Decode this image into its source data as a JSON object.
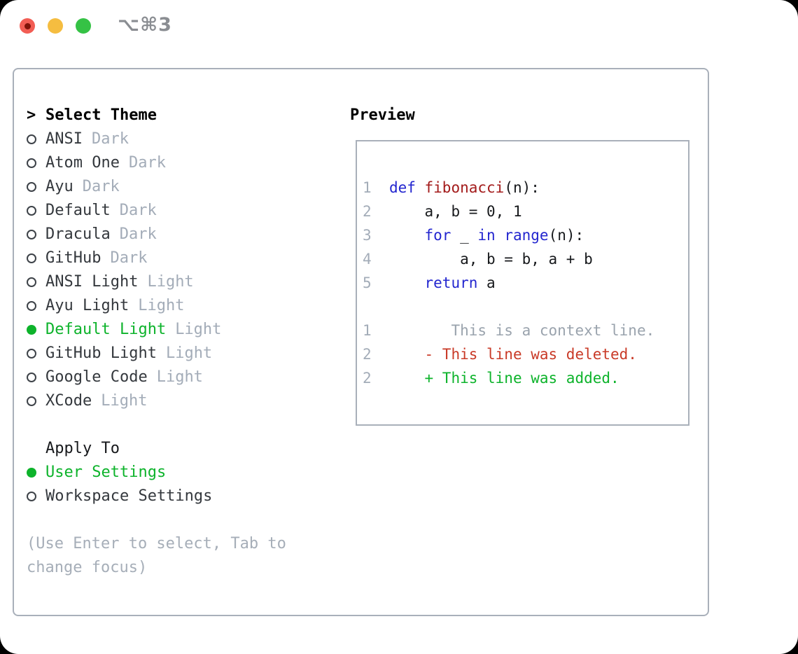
{
  "titlebar": {
    "shortcut_label": "⌥⌘3"
  },
  "colors": {
    "accent_green": "#0db32b",
    "muted_gray": "#a3acb8",
    "dark_text": "#34383d",
    "keyword_blue": "#2326cf",
    "function_red": "#a31b1b",
    "deleted_red": "#c93a27",
    "added_green": "#0db32b",
    "border_gray": "#a9b0ba",
    "traffic_red": "#f25d54",
    "traffic_yellow": "#f5bd40",
    "traffic_green": "#35c245"
  },
  "theme_selector": {
    "cursor": ">",
    "title": "Select Theme",
    "items": [
      {
        "label": "ANSI",
        "tag": "Dark",
        "selected": false
      },
      {
        "label": "Atom One",
        "tag": "Dark",
        "selected": false
      },
      {
        "label": "Ayu",
        "tag": "Dark",
        "selected": false
      },
      {
        "label": "Default",
        "tag": "Dark",
        "selected": false
      },
      {
        "label": "Dracula",
        "tag": "Dark",
        "selected": false
      },
      {
        "label": "GitHub",
        "tag": "Dark",
        "selected": false
      },
      {
        "label": "ANSI Light",
        "tag": "Light",
        "selected": false
      },
      {
        "label": "Ayu Light",
        "tag": "Light",
        "selected": false
      },
      {
        "label": "Default Light",
        "tag": "Light",
        "selected": true
      },
      {
        "label": "GitHub Light",
        "tag": "Light",
        "selected": false
      },
      {
        "label": "Google Code",
        "tag": "Light",
        "selected": false
      },
      {
        "label": "XCode",
        "tag": "Light",
        "selected": false
      }
    ]
  },
  "apply_to": {
    "title": "Apply To",
    "options": [
      {
        "label": "User Settings",
        "selected": true
      },
      {
        "label": "Workspace Settings",
        "selected": false
      }
    ]
  },
  "help_text": "(Use Enter to select, Tab to change focus)",
  "preview": {
    "title": "Preview",
    "code_lines": [
      {
        "segments": [
          {
            "t": "1  ",
            "c": "num"
          },
          {
            "t": "def ",
            "c": "kw"
          },
          {
            "t": "fibonacci",
            "c": "fn"
          },
          {
            "t": "(n):",
            "c": "plain"
          }
        ]
      },
      {
        "segments": [
          {
            "t": "2  ",
            "c": "num"
          },
          {
            "t": "    a, b = 0, 1",
            "c": "plain"
          }
        ]
      },
      {
        "segments": [
          {
            "t": "3  ",
            "c": "num"
          },
          {
            "t": "    ",
            "c": "plain"
          },
          {
            "t": "for",
            "c": "kw"
          },
          {
            "t": " _ ",
            "c": "plain"
          },
          {
            "t": "in",
            "c": "kw"
          },
          {
            "t": " ",
            "c": "plain"
          },
          {
            "t": "range",
            "c": "kw"
          },
          {
            "t": "(n):",
            "c": "plain"
          }
        ]
      },
      {
        "segments": [
          {
            "t": "4  ",
            "c": "num"
          },
          {
            "t": "        a, b = b, a + b",
            "c": "plain"
          }
        ]
      },
      {
        "segments": [
          {
            "t": "5  ",
            "c": "num"
          },
          {
            "t": "    ",
            "c": "plain"
          },
          {
            "t": "return",
            "c": "kw"
          },
          {
            "t": " a",
            "c": "plain"
          }
        ]
      },
      {
        "segments": []
      },
      {
        "segments": [
          {
            "t": "1  ",
            "c": "num"
          },
          {
            "t": "       This is a context line.",
            "c": "ctx"
          }
        ]
      },
      {
        "segments": [
          {
            "t": "2  ",
            "c": "num"
          },
          {
            "t": "    - This line was deleted.",
            "c": "del"
          }
        ]
      },
      {
        "segments": [
          {
            "t": "2  ",
            "c": "num"
          },
          {
            "t": "    + This line was added.",
            "c": "add"
          }
        ]
      }
    ]
  }
}
